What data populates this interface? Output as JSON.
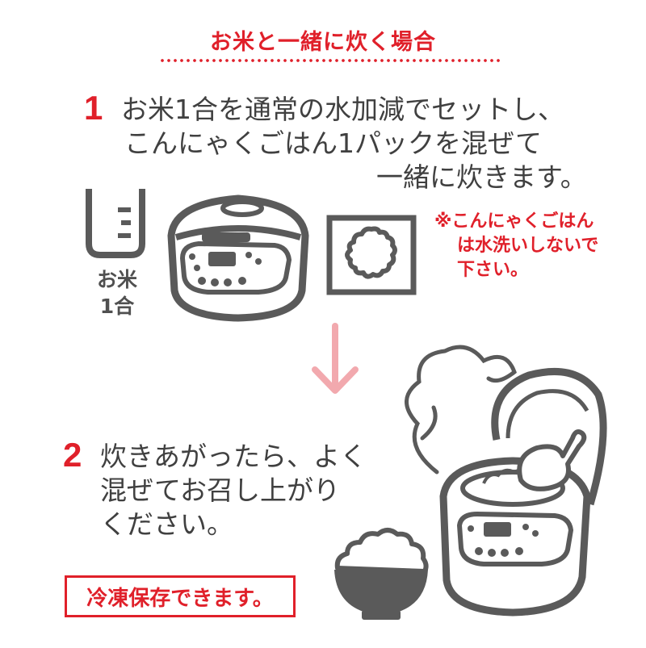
{
  "title": "お米と一緒に炊く場合",
  "step1": {
    "number": "1",
    "lines": [
      "お米1合を通常の水加減でセットし、",
      "こんにゃくごはん1パックを混ぜて",
      "一緒に炊きます。"
    ]
  },
  "rice_label": {
    "lines": [
      "お米",
      "1合"
    ]
  },
  "note": {
    "lines": [
      "※こんにゃくごはん",
      "は水洗いしないで",
      "下さい。"
    ]
  },
  "step2": {
    "number": "2",
    "lines": [
      "炊きあがったら、よく",
      "混ぜてお召し上がり",
      "ください。"
    ]
  },
  "freeze_label": "冷凍保存できます。",
  "colors": {
    "accent": "#e0202a",
    "text": "#404040",
    "illustration": "#5a5a5a",
    "arrow": "#f2a9ae"
  },
  "icons": [
    "measuring-cup-icon",
    "rice-cooker-icon",
    "konjac-rice-pack-icon",
    "down-arrow-icon",
    "steaming-rice-cooker-icon",
    "rice-bowl-icon"
  ]
}
